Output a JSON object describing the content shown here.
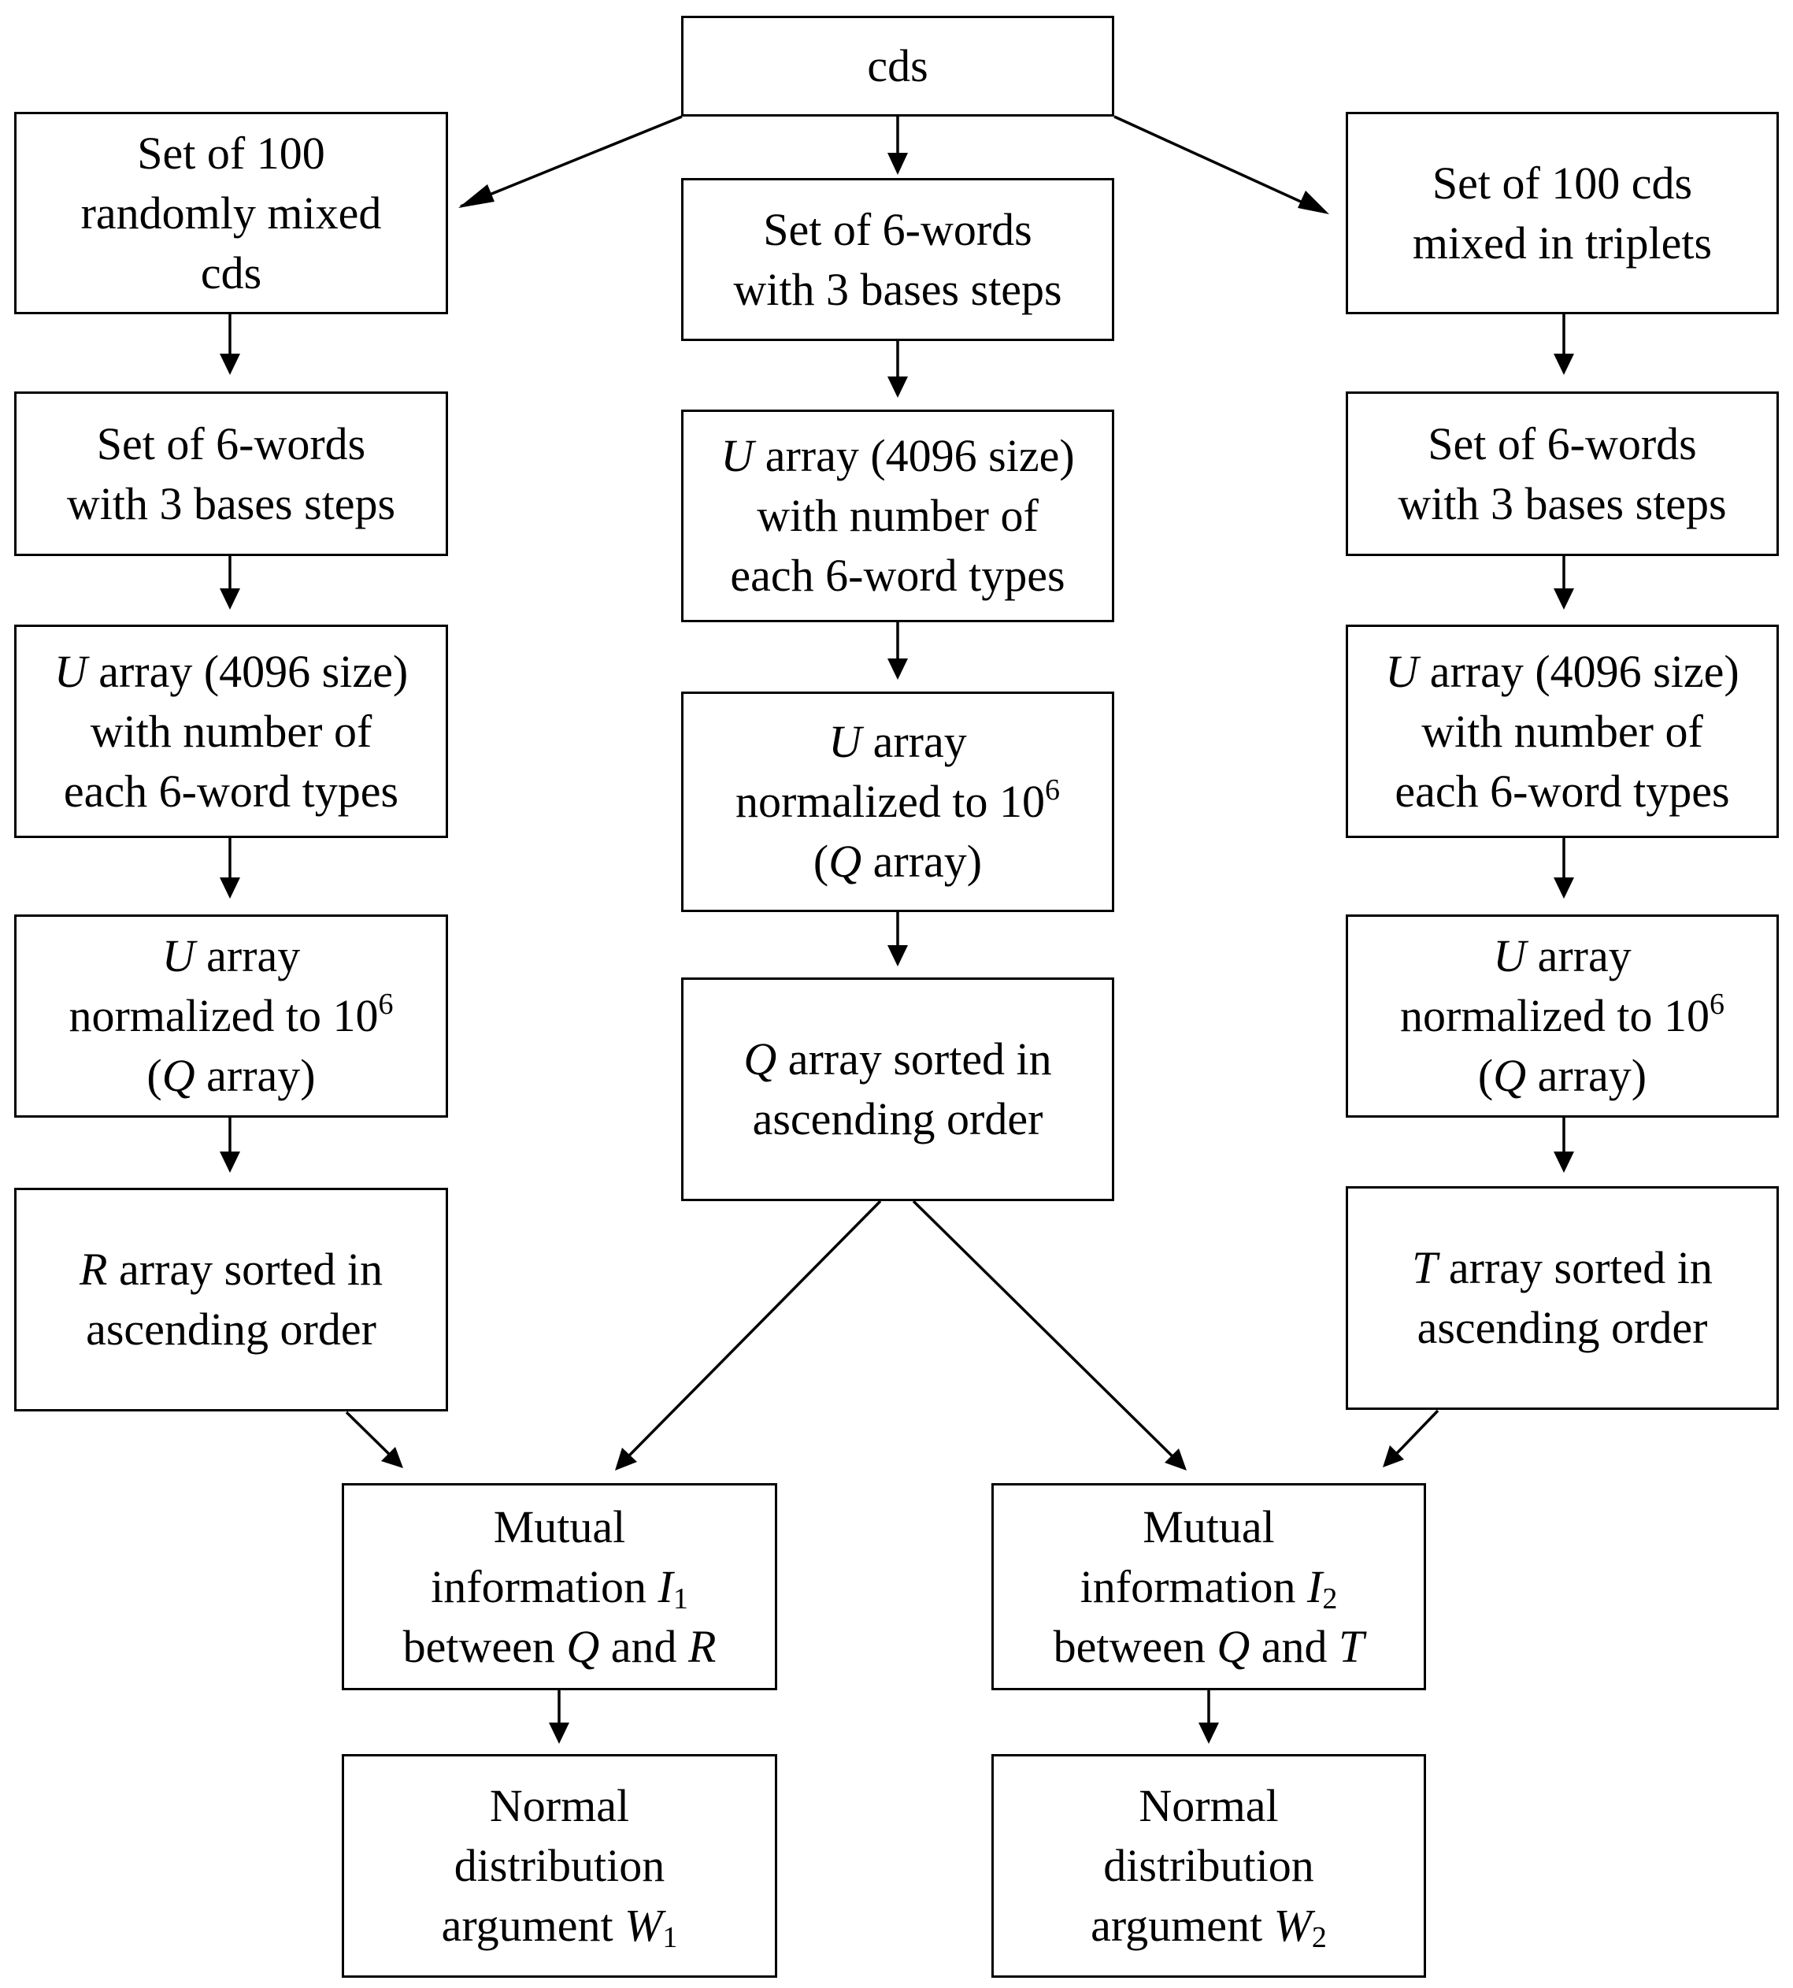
{
  "nodes": {
    "cds": {
      "lines": [
        [
          "cds"
        ]
      ]
    },
    "left1": {
      "lines": [
        [
          "Set of 100"
        ],
        [
          "randomly mixed"
        ],
        [
          "cds"
        ]
      ]
    },
    "mid1": {
      "lines": [
        [
          "Set of 6-words"
        ],
        [
          "with 3 bases steps"
        ]
      ]
    },
    "right1": {
      "lines": [
        [
          "Set of 100 cds"
        ],
        [
          "mixed in triplets"
        ]
      ]
    },
    "left2": {
      "lines": [
        [
          "Set of 6-words"
        ],
        [
          "with 3 bases steps"
        ]
      ]
    },
    "mid2": {
      "lines": [
        [
          {
            "i": "U"
          },
          " array (4096 size)"
        ],
        [
          "with number of"
        ],
        [
          "each 6-word types"
        ]
      ]
    },
    "right2": {
      "lines": [
        [
          "Set of 6-words"
        ],
        [
          "with 3 bases steps"
        ]
      ]
    },
    "left3": {
      "lines": [
        [
          {
            "i": "U"
          },
          " array (4096 size)"
        ],
        [
          "with number of"
        ],
        [
          "each 6-word types"
        ]
      ]
    },
    "mid3": {
      "lines": [
        [
          {
            "i": "U"
          },
          " array"
        ],
        [
          "normalized to 10",
          {
            "sup": "6"
          }
        ],
        [
          "(",
          {
            "i": "Q"
          },
          " array)"
        ]
      ]
    },
    "right3": {
      "lines": [
        [
          {
            "i": "U"
          },
          " array (4096 size)"
        ],
        [
          "with number of"
        ],
        [
          "each 6-word types"
        ]
      ]
    },
    "left4": {
      "lines": [
        [
          {
            "i": "U"
          },
          " array"
        ],
        [
          "normalized to 10",
          {
            "sup": "6"
          }
        ],
        [
          "(",
          {
            "i": "Q"
          },
          " array)"
        ]
      ]
    },
    "mid4": {
      "lines": [
        [
          {
            "i": "Q"
          },
          " array sorted in"
        ],
        [
          "ascending order"
        ]
      ]
    },
    "right4": {
      "lines": [
        [
          {
            "i": "U"
          },
          " array"
        ],
        [
          "normalized to 10",
          {
            "sup": "6"
          }
        ],
        [
          "(",
          {
            "i": "Q"
          },
          " array)"
        ]
      ]
    },
    "left5": {
      "lines": [
        [
          {
            "i": "R"
          },
          " array sorted in"
        ],
        [
          "ascending order"
        ]
      ]
    },
    "right5": {
      "lines": [
        [
          {
            "i": "T"
          },
          " array sorted in"
        ],
        [
          "ascending order"
        ]
      ]
    },
    "mi1": {
      "lines": [
        [
          "Mutual"
        ],
        [
          "information ",
          {
            "i": "I"
          },
          {
            "sub": "1"
          }
        ],
        [
          "between ",
          {
            "i": "Q"
          },
          " and ",
          {
            "i": "R"
          }
        ]
      ]
    },
    "mi2": {
      "lines": [
        [
          "Mutual"
        ],
        [
          "information ",
          {
            "i": "I"
          },
          {
            "sub": "2"
          }
        ],
        [
          "between ",
          {
            "i": "Q"
          },
          " and ",
          {
            "i": "T"
          }
        ]
      ]
    },
    "nd1": {
      "lines": [
        [
          "Normal"
        ],
        [
          "distribution"
        ],
        [
          "argument ",
          {
            "i": "W"
          },
          {
            "sub": "1"
          }
        ]
      ]
    },
    "nd2": {
      "lines": [
        [
          "Normal"
        ],
        [
          "distribution"
        ],
        [
          "argument ",
          {
            "i": "W"
          },
          {
            "sub": "2"
          }
        ]
      ]
    }
  },
  "edges": [
    [
      "cds",
      "left1"
    ],
    [
      "cds",
      "mid1"
    ],
    [
      "cds",
      "right1"
    ],
    [
      "left1",
      "left2"
    ],
    [
      "left2",
      "left3"
    ],
    [
      "left3",
      "left4"
    ],
    [
      "left4",
      "left5"
    ],
    [
      "mid1",
      "mid2"
    ],
    [
      "mid2",
      "mid3"
    ],
    [
      "mid3",
      "mid4"
    ],
    [
      "right1",
      "right2"
    ],
    [
      "right2",
      "right3"
    ],
    [
      "right3",
      "right4"
    ],
    [
      "right4",
      "right5"
    ],
    [
      "left5",
      "mi1"
    ],
    [
      "mid4",
      "mi1"
    ],
    [
      "mid4",
      "mi2"
    ],
    [
      "right5",
      "mi2"
    ],
    [
      "mi1",
      "nd1"
    ],
    [
      "mi2",
      "nd2"
    ]
  ]
}
